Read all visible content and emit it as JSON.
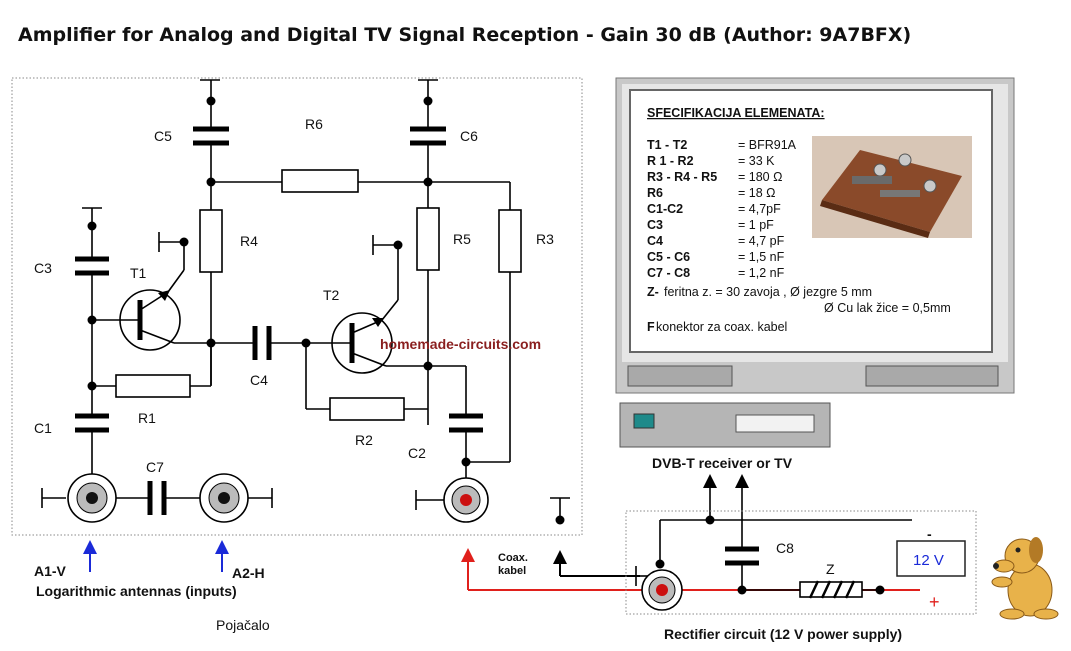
{
  "title": "Amplifier for Analog and Digital TV Signal Reception - Gain 30 dB (Author: 9A7BFX)",
  "watermark": "homemade-circuits.com",
  "labels": {
    "c1": "C1",
    "c2": "C2",
    "c3": "C3",
    "c4": "C4",
    "c5": "C5",
    "c6": "C6",
    "c7": "C7",
    "c8": "C8",
    "r1": "R1",
    "r2": "R2",
    "r3": "R3",
    "r4": "R4",
    "r5": "R5",
    "r6": "R6",
    "t1": "T1",
    "t2": "T2",
    "z": "Z",
    "a1": "A1-V",
    "a2": "A2-H",
    "antennas": "Logarithmic antennas (inputs)",
    "amp": "Pojačalo",
    "coax1": "Coax.",
    "coax2": "kabel",
    "dvbt": "DVB-T receiver or TV",
    "rectifier": "Rectifier circuit (12 V power supply)",
    "voltage": "12 V",
    "minus": "-",
    "plus": "+"
  },
  "spec": {
    "heading": "SFECIFIKACIJA  ELEMENATA:",
    "rows": [
      {
        "part": "T1 - T2",
        "value": "= BFR91A"
      },
      {
        "part": "R 1 - R2",
        "value": "= 33 K"
      },
      {
        "part": "R3 - R4 - R5",
        "value": "= 180 Ω"
      },
      {
        "part": "R6",
        "value": "= 18 Ω"
      },
      {
        "part": "C1-C2",
        "value": "=  4,7pF"
      },
      {
        "part": "C3",
        "value": "= 1 pF"
      },
      {
        "part": "C4",
        "value": "= 4,7 pF"
      },
      {
        "part": "C5 - C6",
        "value": "= 1,5 nF"
      },
      {
        "part": "C7 - C8",
        "value": "= 1,2 nF"
      },
      {
        "part": "Z-",
        "value": " feritna z.       = 30 zavoja , Ø jezgre 5 mm"
      }
    ],
    "wire_note": "Ø Cu lak žice = 0,5mm",
    "connector_part": "F",
    "connector_note": " konektor  za coax. kabel"
  },
  "colors": {
    "tv_frame": "#c8c8c8",
    "tv_bezel": "#e6e6e6",
    "signal_wire": "#e0201c",
    "arrow_blue": "#1a2ad8",
    "coax_center": "#cc1010",
    "photo_board": "#8a4a2a",
    "dog": "#e8b24a",
    "watermark": "#8a1f1f"
  },
  "icons": [
    "coax-connector-icon",
    "ground-terminal-icon",
    "tv-monitor-icon",
    "dvbt-receiver-icon",
    "component-photo",
    "dog-mascot-icon"
  ]
}
